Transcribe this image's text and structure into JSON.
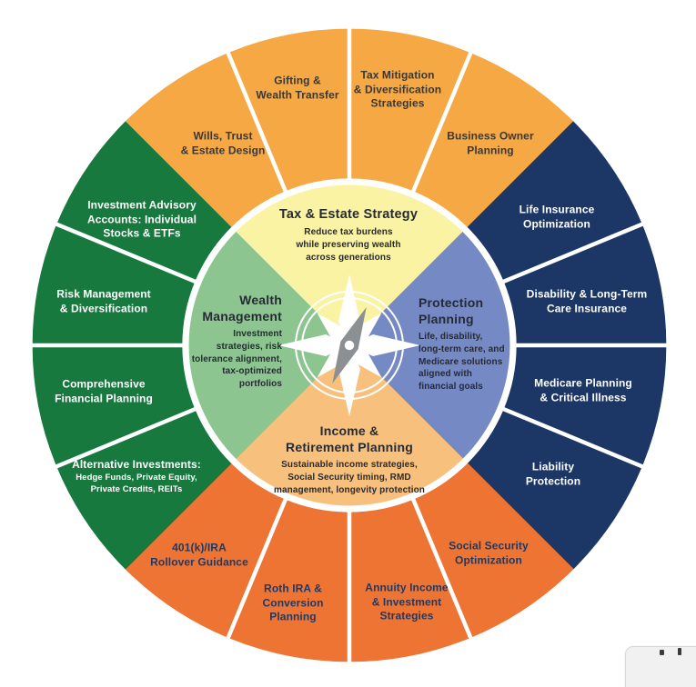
{
  "diagram": {
    "center_icon": "compass-rose-icon",
    "quadrants": [
      {
        "id": "tax-estate-strategy",
        "title": "Tax & Estate Strategy",
        "desc": "Reduce tax burdens\nwhile preserving wealth\nacross generations"
      },
      {
        "id": "protection-planning",
        "title": "Protection\nPlanning",
        "desc": "Life, disability,\nlong-term care, and\nMedicare solutions\naligned with\nfinancial goals"
      },
      {
        "id": "income-retirement-planning",
        "title": "Income &\nRetirement Planning",
        "desc": "Sustainable income strategies,\nSocial Security timing, RMD\nmanagement, longevity protection"
      },
      {
        "id": "wealth-management",
        "title": "Wealth\nManagement",
        "desc": "Investment\nstrategies, risk\ntolerance alignment,\ntax-optimized\nportfolios"
      }
    ],
    "outer_segments": [
      {
        "id": "wills-trust-estate-design",
        "label": "Wills, Trust\n& Estate Design"
      },
      {
        "id": "gifting-wealth-transfer",
        "label": "Gifting &\nWealth Transfer"
      },
      {
        "id": "tax-mitigation-diversification",
        "label": "Tax Mitigation\n& Diversification\nStrategies"
      },
      {
        "id": "business-owner-planning",
        "label": "Business Owner\nPlanning"
      },
      {
        "id": "life-insurance-optimization",
        "label": "Life Insurance\nOptimization"
      },
      {
        "id": "disability-long-term-care",
        "label": "Disability & Long-Term\nCare Insurance"
      },
      {
        "id": "medicare-critical-illness",
        "label": "Medicare Planning\n& Critical Illness"
      },
      {
        "id": "liability-protection",
        "label": "Liability\nProtection"
      },
      {
        "id": "social-security-optimization",
        "label": "Social Security\nOptimization"
      },
      {
        "id": "annuity-income-investment",
        "label": "Annuity Income\n& Investment\nStrategies"
      },
      {
        "id": "roth-ira-conversion",
        "label": "Roth IRA &\nConversion\nPlanning"
      },
      {
        "id": "401k-ira-rollover",
        "label": "401(k)/IRA\nRollover Guidance"
      },
      {
        "id": "alternative-investments",
        "label": "Alternative Investments:",
        "sublabel": "Hedge Funds, Private Equity,\nPrivate Credits, REITs"
      },
      {
        "id": "comprehensive-financial-planning",
        "label": "Comprehensive\nFinancial Planning"
      },
      {
        "id": "risk-management-diversification",
        "label": "Risk Management\n& Diversification"
      },
      {
        "id": "investment-advisory-accounts",
        "label": "Investment Advisory\nAccounts: Individual\nStocks & ETFs"
      }
    ],
    "palette": {
      "estate_orange": "#F5A843",
      "protection_navy": "#1C3766",
      "income_orange": "#EE7434",
      "wealth_green": "#18793E",
      "quadrant_yellow": "#FAF3A3",
      "quadrant_blue": "#7589C5",
      "quadrant_orange": "#F8C07D",
      "quadrant_green": "#8DC591",
      "estate_text": "#383838",
      "income_text": "#1D3A66",
      "ring_text_light": "#FFFFFF",
      "quadrant_text": "#262A33",
      "needle_gray": "#8D9093",
      "background": "#FFFFFF"
    }
  }
}
